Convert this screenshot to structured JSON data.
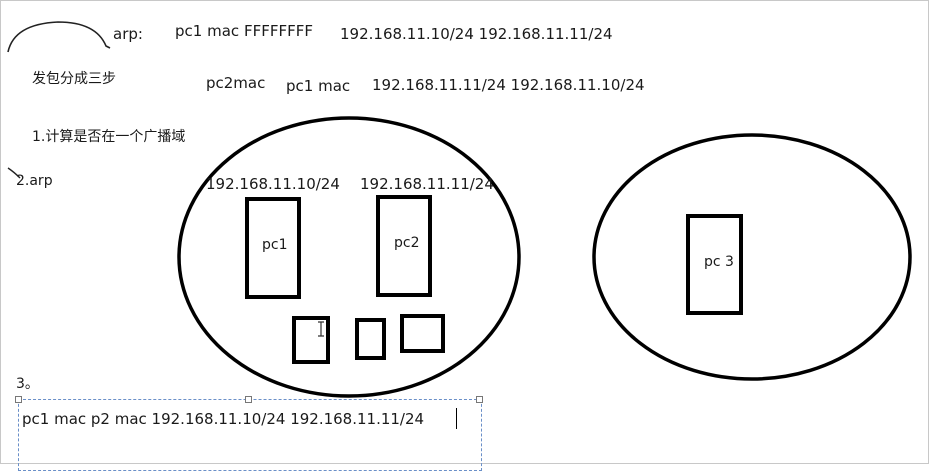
{
  "notes": {
    "arp_line": {
      "label": "arp:",
      "src": "pc1 mac",
      "dst": "FFFFFFFF",
      "ips": "192.168.11.10/24 192.168.11.11/24"
    },
    "reply_line": {
      "src": "pc2mac",
      "dst": "pc1 mac",
      "ips": "192.168.11.11/24 192.168.11.10/24"
    },
    "steps_title": "发包分成三步",
    "step1": "1.计算是否在一个广播域",
    "step2": "2.arp",
    "step3": "3。"
  },
  "diagram": {
    "net1_ip_pc1": "192.168.11.10/24",
    "net1_ip_pc2": "192.168.11.11/24",
    "pc1_label": "pc1",
    "pc2_label": "pc2",
    "pc3_label": "pc 3"
  },
  "textbox": {
    "text": "pc1 mac p2 mac  192.168.11.10/24  192.168.11.11/24"
  }
}
